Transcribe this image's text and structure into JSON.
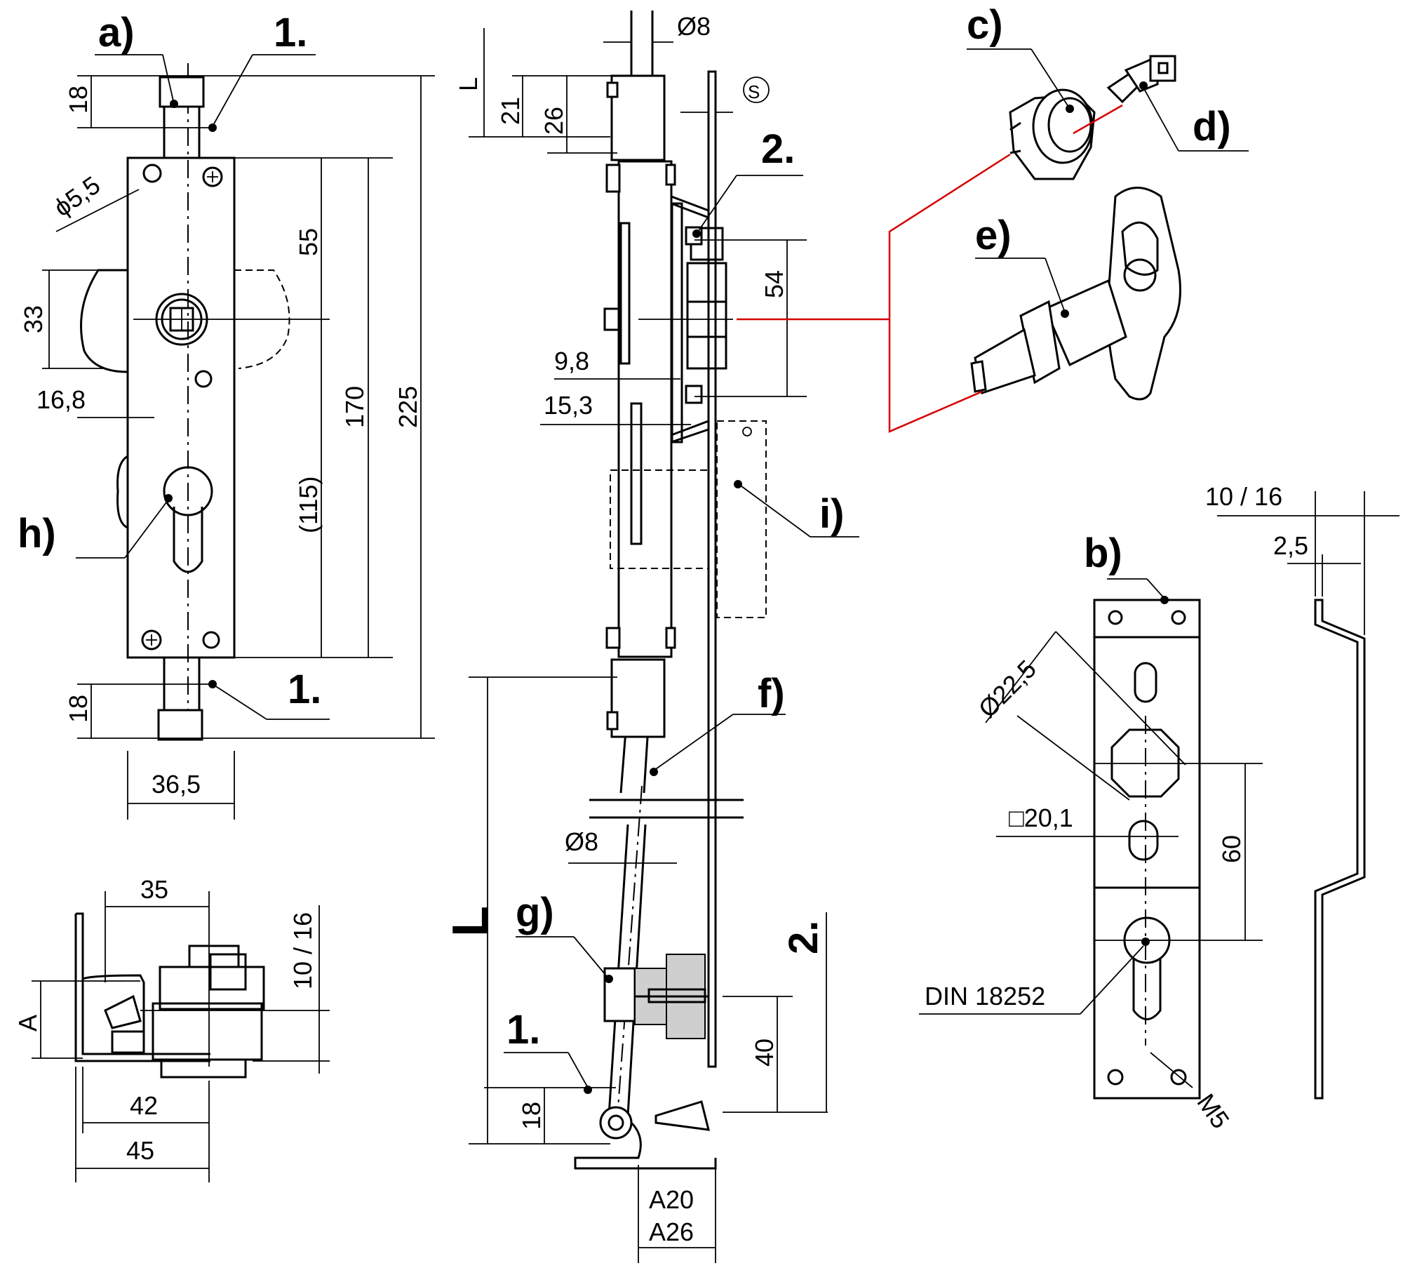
{
  "labels": {
    "a": "a)",
    "b": "b)",
    "c": "c)",
    "d": "d)",
    "e": "e)",
    "f": "f)",
    "g": "g)",
    "h": "h)",
    "i": "i)",
    "one": "1.",
    "two": "2.",
    "L": "L",
    "S": "S"
  },
  "dims": {
    "d18": "18",
    "d5_5": "ϕ5,5",
    "d55": "55",
    "d33": "33",
    "d16_8": "16,8",
    "d170": "170",
    "d115": "(115)",
    "d225": "225",
    "d36_5": "36,5",
    "d8": "Ø8",
    "d21": "21",
    "d26": "26",
    "d54": "54",
    "d9_8": "9,8",
    "d15_3": "15,3",
    "d40": "40",
    "a20": "A20",
    "a26": "A26",
    "d35": "35",
    "d10_16": "10 / 16",
    "dA": "A",
    "d42": "42",
    "d45": "45",
    "d2_5": "2,5",
    "d22_5": "Ø22,5",
    "d20_1": "□20,1",
    "d60": "60",
    "din": "DIN 18252",
    "m5": "M5"
  },
  "colors": {
    "line": "#000000",
    "guide": "#d60000",
    "shade": "#cfcfcf"
  }
}
